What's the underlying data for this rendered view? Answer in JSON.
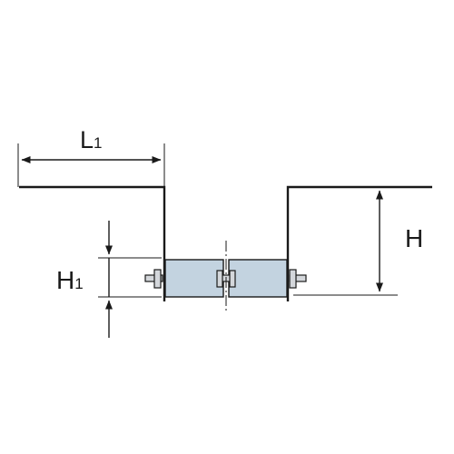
{
  "labels": {
    "l1": {
      "main": "L",
      "sub": "1"
    },
    "h1": {
      "main": "H",
      "sub": "1"
    },
    "h": {
      "main": "H"
    }
  },
  "colors": {
    "line": "#1a1a1a",
    "rubber_fill": "#c3d3e0",
    "bolt_fill": "#d4d7db"
  }
}
